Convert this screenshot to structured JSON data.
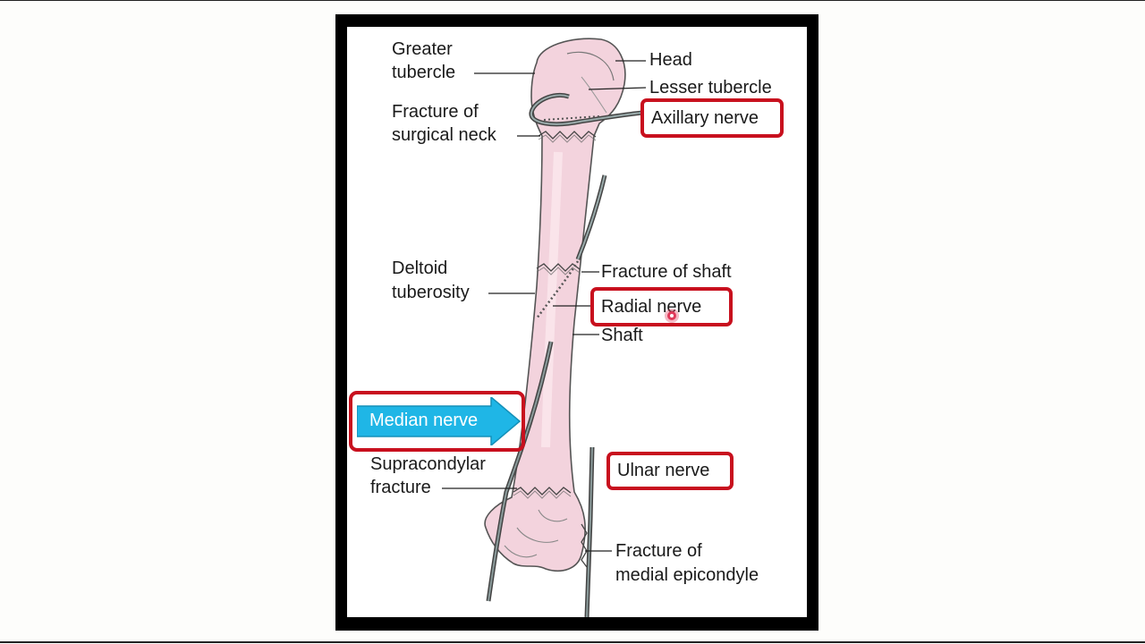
{
  "labels": {
    "greater_tubercle_1": "Greater",
    "greater_tubercle_2": "tubercle",
    "head": "Head",
    "lesser_tubercle": "Lesser tubercle",
    "surgical_neck_1": "Fracture of",
    "surgical_neck_2": "surgical neck",
    "deltoid_1": "Deltoid",
    "deltoid_2": "tuberosity",
    "fracture_shaft": "Fracture of shaft",
    "shaft": "Shaft",
    "supracondylar_1": "Supracondylar",
    "supracondylar_2": "fracture",
    "epicondyle_1": "Fracture of",
    "epicondyle_2": "medial epicondyle"
  },
  "highlighted": {
    "axillary": "Axillary nerve",
    "radial": "Radial nerve",
    "ulnar": "Ulnar nerve",
    "median": "Median  nerve"
  },
  "colors": {
    "bone": "#f3d3dd",
    "bone_outline": "#555555",
    "highlight": "#c8101e",
    "arrow": "#1fb6e6"
  }
}
